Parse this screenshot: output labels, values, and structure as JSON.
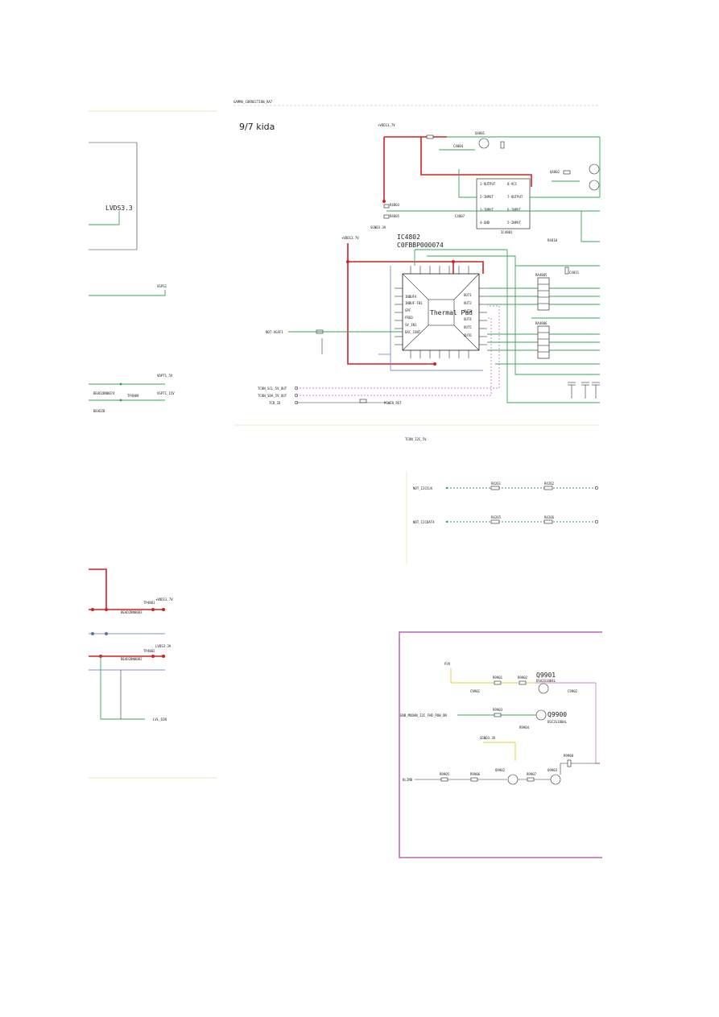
{
  "header": {
    "sheet_title": "GAMMA_CORRECTION_RA7",
    "handwritten_note": "9/7 kida"
  },
  "left_panel": {
    "lvds_label": "LVDS3.3",
    "vsp_label": "VSPS1",
    "vdd_label": "VDPT1_5V",
    "vsu_label": "VSPT1_15V",
    "tp_label": "TP4809",
    "left_lines": [
      "BEAD2BN8074",
      "BEAD2B"
    ]
  },
  "main_schematic": {
    "ic_ref": "IC4802",
    "ic_part": "C0FBBP000074",
    "thermal_pad_label": "Thermal Pad",
    "top_supply": "+VDD13.7V",
    "ic_left_supply": "+VDD13.7V",
    "gnd_supply": "SGND3.3V",
    "left_pins": [
      "INBUFA",
      "INBUF-FB1",
      "GPF",
      "FREQ",
      "SV_IN1",
      "DAC_CONT"
    ],
    "right_pins": [
      "OUT1",
      "OUT2",
      "OUT3",
      "OUT4",
      "OUT5",
      "OUT6"
    ],
    "input_signal": "NOT-VGAF1",
    "net_labels": [
      "TCON_SCL_5V_OUT",
      "TCON_SDA_5V_OUT",
      "TCB_1D",
      "POWER_RST"
    ],
    "upper_ic_label": "IC4801",
    "upper_ic_pins": [
      "1-OUTPUT",
      "2-INPUT",
      "3-INPUT",
      "4-GND",
      "5-INPUT",
      "6-INPUT",
      "7-OUTPUT",
      "8-VCC"
    ],
    "connector_refs": [
      "RA4805",
      "RA4806"
    ],
    "component_labels": [
      "Q4801",
      "Q4802",
      "R4803",
      "C4804",
      "R4805",
      "C4807",
      "R4810",
      "C4811"
    ]
  },
  "bus_section": {
    "title": "TCON_I2C_5V",
    "signals": [
      {
        "name": "NOT_I2CCLK",
        "r1": "R4261",
        "r2": "R4262"
      },
      {
        "name": "NOT_I2CDATA",
        "r1": "R4265",
        "r2": "R4266"
      }
    ]
  },
  "bottom_left": {
    "supply1": "+VDD13.7V",
    "supply2": "LVDS3.3V",
    "tp_labels": [
      "TP4801",
      "TP4802"
    ],
    "beads": [
      "BEAD2BN8083",
      "BEAD2BN8082"
    ],
    "output_label": "LVL_DIN"
  },
  "purple_box": {
    "supply_label": "P3V",
    "supply_label2": "SGND3.3V",
    "q_top": "Q9901",
    "q_mid": "Q9900",
    "q_part_top": "DSA2G1004L",
    "q_part_mid": "DSC2G1004L",
    "input_signal": "ENB_MODAN_I2C_FHD_POW_ON",
    "klimb_signal": "KLIMB",
    "components": [
      "R9901",
      "R9902",
      "R9903",
      "R9904",
      "C9901",
      "C9902",
      "R9905",
      "R9906",
      "R9907",
      "R9908",
      "Q9902",
      "Q9903"
    ]
  }
}
